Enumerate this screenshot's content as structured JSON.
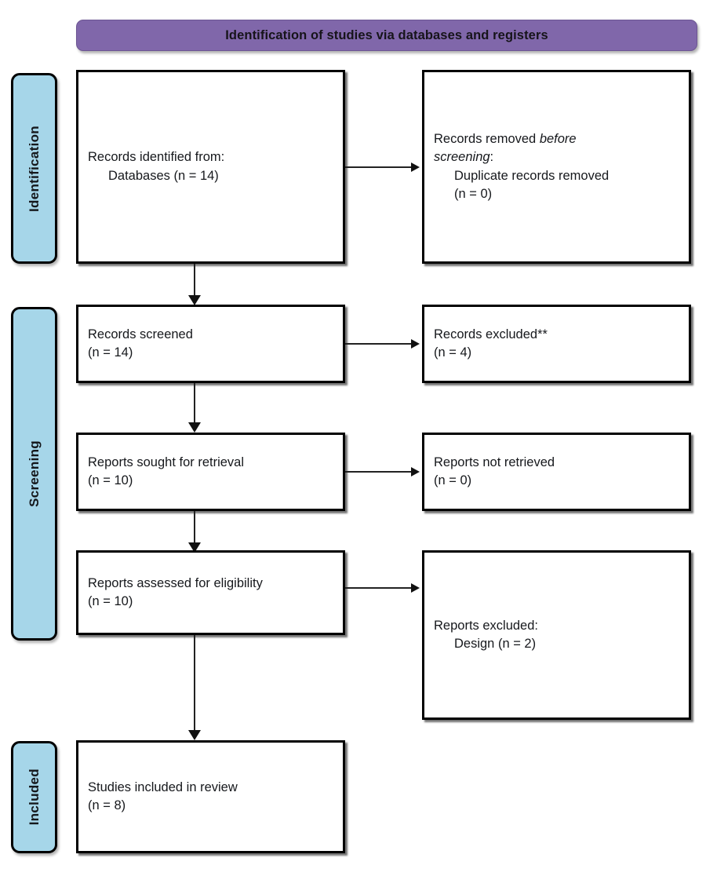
{
  "diagram": {
    "type": "prisma-flow-diagram",
    "banner": {
      "title": "Identification of studies via databases and registers",
      "color": "#8067aa"
    },
    "stage_color": "#a6d6e9",
    "stages": [
      {
        "key": "identification",
        "label": "Identification"
      },
      {
        "key": "screening",
        "label": "Screening"
      },
      {
        "key": "included",
        "label": "Included"
      }
    ],
    "boxes": {
      "records_identified": {
        "line1": "Records identified from:",
        "line2": "Databases (n = 14)"
      },
      "records_removed": {
        "line1": "Records removed ",
        "line1_italic": "before",
        "line2_italic": "screening",
        "line2_tail": ":",
        "line3": "Duplicate records removed",
        "line4": "(n = 0)"
      },
      "records_screened": {
        "line1": "Records screened",
        "line2": "(n = 14)"
      },
      "records_excluded": {
        "line1": "Records excluded**",
        "line2": "(n = 4)"
      },
      "reports_sought": {
        "line1": "Reports sought for retrieval",
        "line2": "(n = 10)"
      },
      "reports_not_retrieved": {
        "line1": "Reports not retrieved",
        "line2": "(n = 0)"
      },
      "reports_assessed": {
        "line1": "Reports assessed for eligibility",
        "line2": "(n = 10)"
      },
      "reports_excluded": {
        "line1": "Reports excluded:",
        "line2": "Design (n = 2)"
      },
      "studies_included": {
        "line1": "Studies included in review",
        "line2": "(n = 8)"
      }
    },
    "counts": {
      "databases_identified": 14,
      "duplicates_removed": 0,
      "records_screened": 14,
      "records_excluded": 4,
      "reports_sought": 10,
      "reports_not_retrieved": 0,
      "reports_assessed": 10,
      "reports_excluded_design": 2,
      "studies_included": 8
    }
  }
}
